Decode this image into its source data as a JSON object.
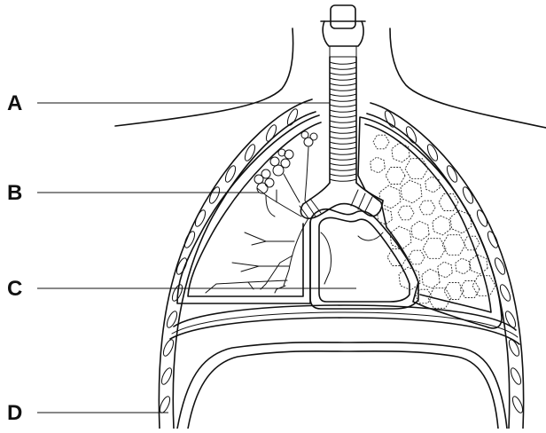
{
  "labels": [
    {
      "id": "A",
      "text": "A"
    },
    {
      "id": "B",
      "text": "B"
    },
    {
      "id": "C",
      "text": "C"
    },
    {
      "id": "D",
      "text": "D"
    }
  ],
  "colors": {
    "stroke": "#111111",
    "background": "#ffffff"
  }
}
